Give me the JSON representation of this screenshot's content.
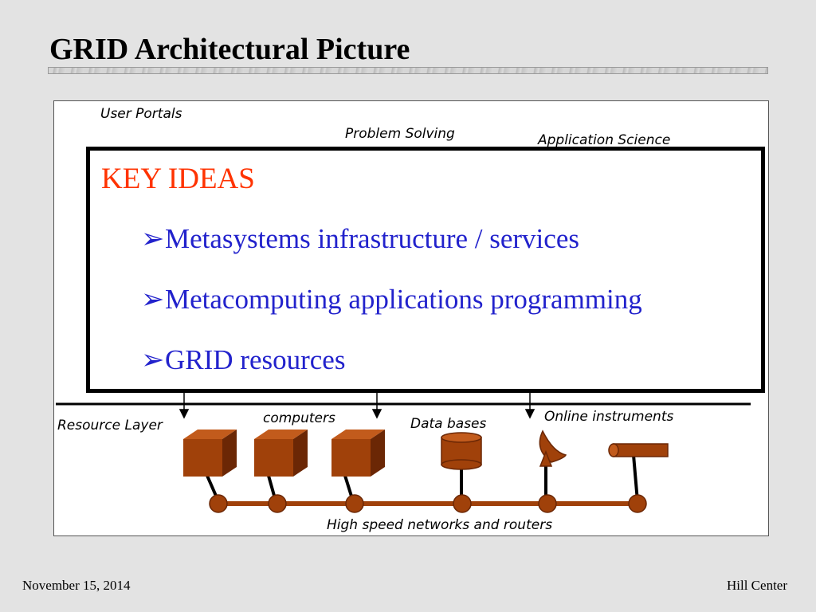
{
  "slide": {
    "title": "GRID Architectural Picture",
    "footer_left": "November 15, 2014",
    "footer_right": "Hill Center"
  },
  "diagram": {
    "labels": {
      "user_portals": "User Portals",
      "problem_solving": "Problem Solving",
      "application_science": "Application Science",
      "resource_layer": "Resource Layer",
      "computers": "computers",
      "data_bases": "Data bases",
      "online_instruments": "Online instruments",
      "networks": "High speed networks and routers"
    },
    "colors": {
      "device_fill": "#a0410a",
      "device_dark": "#6b2705",
      "device_light": "#c25b1c",
      "network_line": "#a0410a"
    },
    "icons": [
      "computer-icon",
      "database-icon",
      "satellite-dish-icon",
      "instrument-icon"
    ]
  },
  "key_ideas": {
    "title": "KEY IDEAS",
    "bullet_glyph": "➢",
    "items": [
      "Metasystems infrastructure / services",
      "Metacomputing applications programming",
      "GRID resources"
    ]
  }
}
